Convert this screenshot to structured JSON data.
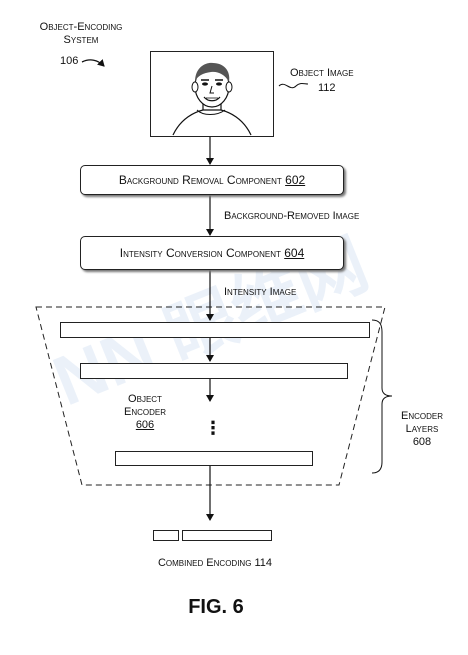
{
  "system_label": {
    "line1": "Object-Encoding",
    "line2": "System",
    "number": "106"
  },
  "object_image": {
    "label": "Object Image",
    "number": "112"
  },
  "background_removal": {
    "label": "Background Removal Component",
    "number": "602"
  },
  "background_removed_label": "Background-Removed Image",
  "intensity_conversion": {
    "label": "Intensity Conversion Component",
    "number": "604"
  },
  "intensity_image_label": "Intensity Image",
  "object_encoder": {
    "line1": "Object",
    "line2": "Encoder",
    "number": "606"
  },
  "encoder_layers": {
    "line1": "Encoder",
    "line2": "Layers",
    "number": "608"
  },
  "ellipsis": "⋮",
  "combined_encoding": {
    "label": "Combined Encoding",
    "number": "114"
  },
  "figure_caption": "FIG. 6",
  "watermark": "NN 眼维网"
}
